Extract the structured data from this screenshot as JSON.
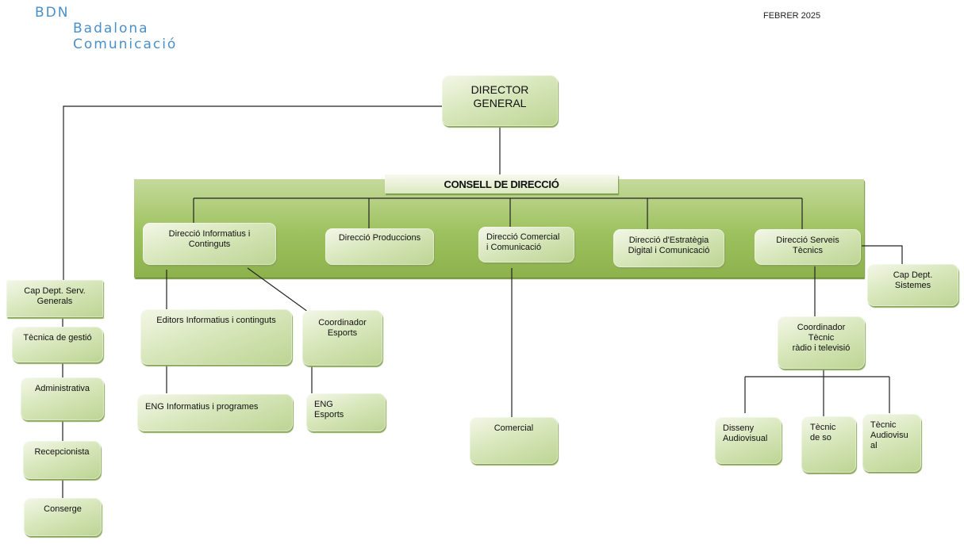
{
  "header": {
    "logo_line1": "BDN",
    "logo_line2": "Badalona",
    "logo_line3": "Comunicació",
    "date": "FEBRER 2025"
  },
  "chart": {
    "director": "DIRECTOR\nGENERAL",
    "council_title": "CONSELL DE DIRECCIÓ",
    "directions": [
      "Direcció Informatius i\nContinguts",
      "Direcció Produccions",
      "Direcció Comercial\ni Comunicació",
      "Direcció d'Estratègia\nDigital i Comunicació",
      "Direcció Serveis\nTècnics"
    ],
    "general_services": [
      "Cap Dept.  Serv.\nGenerals",
      "Tècnica de gestió",
      "Administrativa",
      "Recepcionista",
      "Conserge"
    ],
    "news": {
      "editors": "Editors Informatius i continguts",
      "eng_news": "ENG Informatius  i programes",
      "sports_coordinator": "Coordinador\nEsports",
      "eng_sports": "ENG\nEsports"
    },
    "commercial": "Comercial",
    "systems_head": "Cap Dept.\nSistemes",
    "tech_coordinator": "Coordinador\nTècnic\nràdio i televisió",
    "tech_staff": [
      "Disseny\nAudiovisual",
      "Tècnic\nde so",
      "Tècnic\nAudiovisu\nal"
    ]
  }
}
